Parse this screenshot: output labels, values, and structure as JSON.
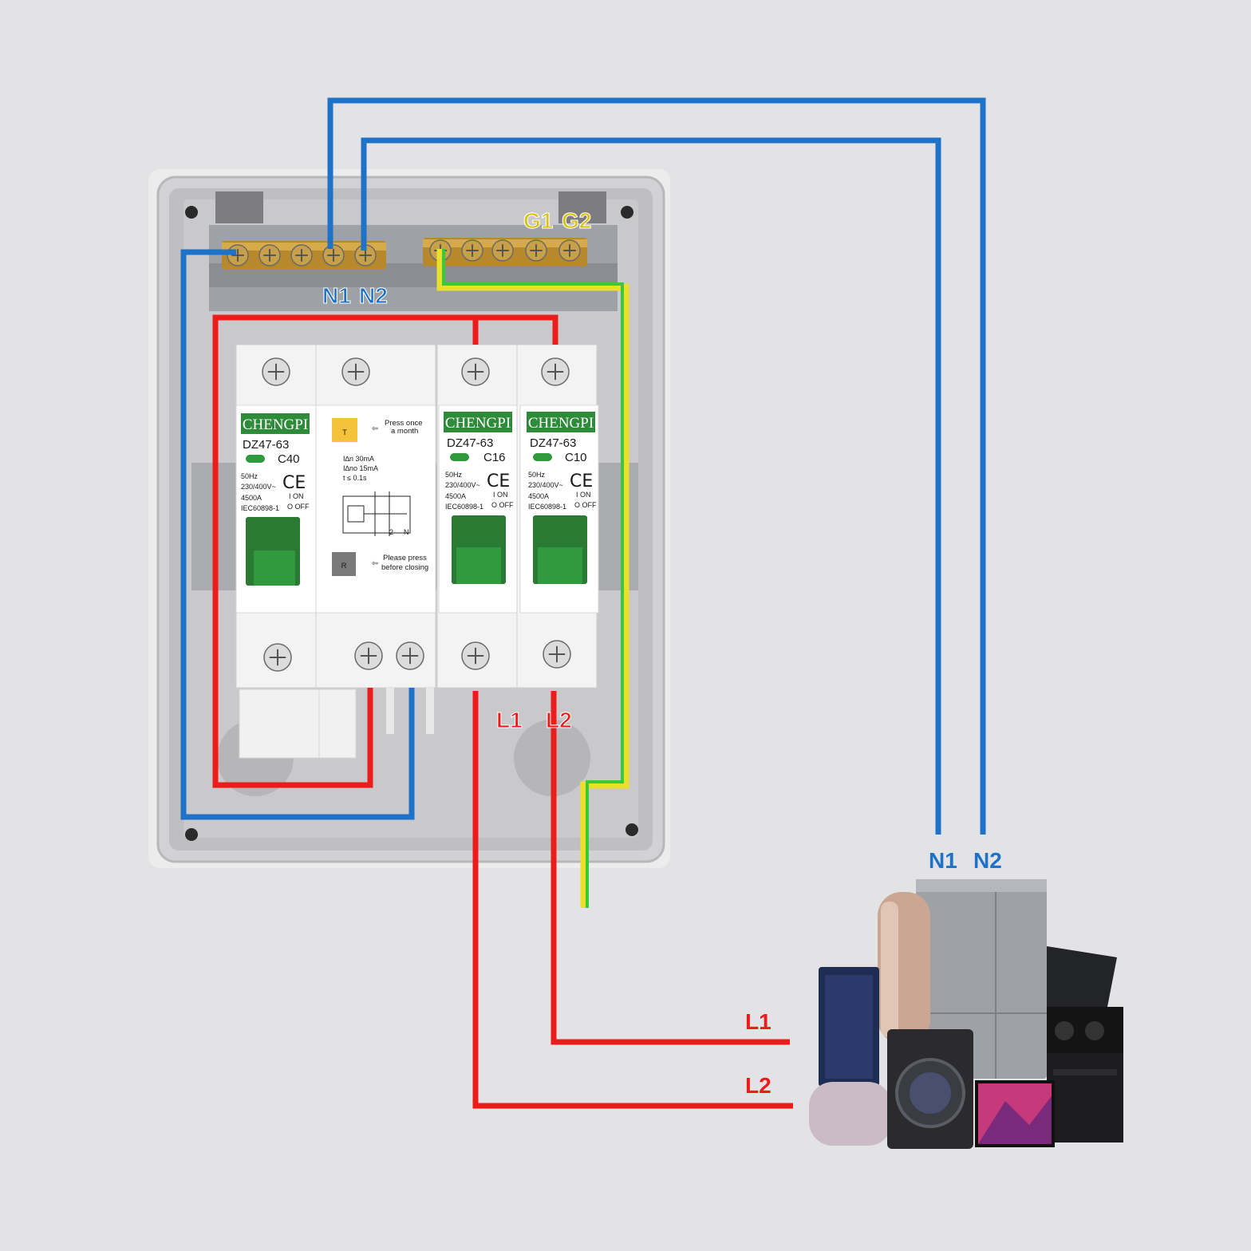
{
  "diagram": {
    "top_labels": {
      "n1": "N1",
      "n2": "N2",
      "g1": "G1",
      "g2": "G2"
    },
    "output_labels": {
      "l1": "L1",
      "l2": "L2"
    },
    "appliance_neutral_labels": {
      "n1": "N1",
      "n2": "N2"
    },
    "appliance_line_labels": {
      "l1": "L1",
      "l2": "L2"
    },
    "wire_colors": {
      "neutral": "#1e73c8",
      "line": "#ee1b1b",
      "earth_green": "#3cc83c",
      "earth_yellow": "#e8e02a",
      "label_ground": "#d8c21a"
    }
  },
  "breakers": [
    {
      "brand": "CHENGPI",
      "model": "DZ47-63",
      "rating": "C40",
      "freq": "50Hz",
      "voltage": "230/400V~",
      "capacity": "4500A",
      "standard": "IEC60898-1",
      "on": "I ON",
      "off": "O OFF",
      "ce": "CE"
    },
    {
      "brand": "CHENGPI",
      "model": "DZ47-63",
      "rating": "C16",
      "freq": "50Hz",
      "voltage": "230/400V~",
      "capacity": "4500A",
      "standard": "IEC60898-1",
      "on": "I ON",
      "off": "O OFF",
      "ce": "CE"
    },
    {
      "brand": "CHENGPI",
      "model": "DZ47-63",
      "rating": "C10",
      "freq": "50Hz",
      "voltage": "230/400V~",
      "capacity": "4500A",
      "standard": "IEC60898-1",
      "on": "I ON",
      "off": "O OFF",
      "ce": "CE"
    }
  ],
  "rcd": {
    "test_button": "T",
    "test_note_1": "Press once",
    "test_note_2": "a month",
    "idn": "I∆n   30mA",
    "idno": "I∆no  15mA",
    "time": "t ≤  0.1s",
    "terminal_2": "2",
    "terminal_n": "N",
    "reset_button": "R",
    "reset_note_1": "Please press",
    "reset_note_2": "before closing"
  }
}
